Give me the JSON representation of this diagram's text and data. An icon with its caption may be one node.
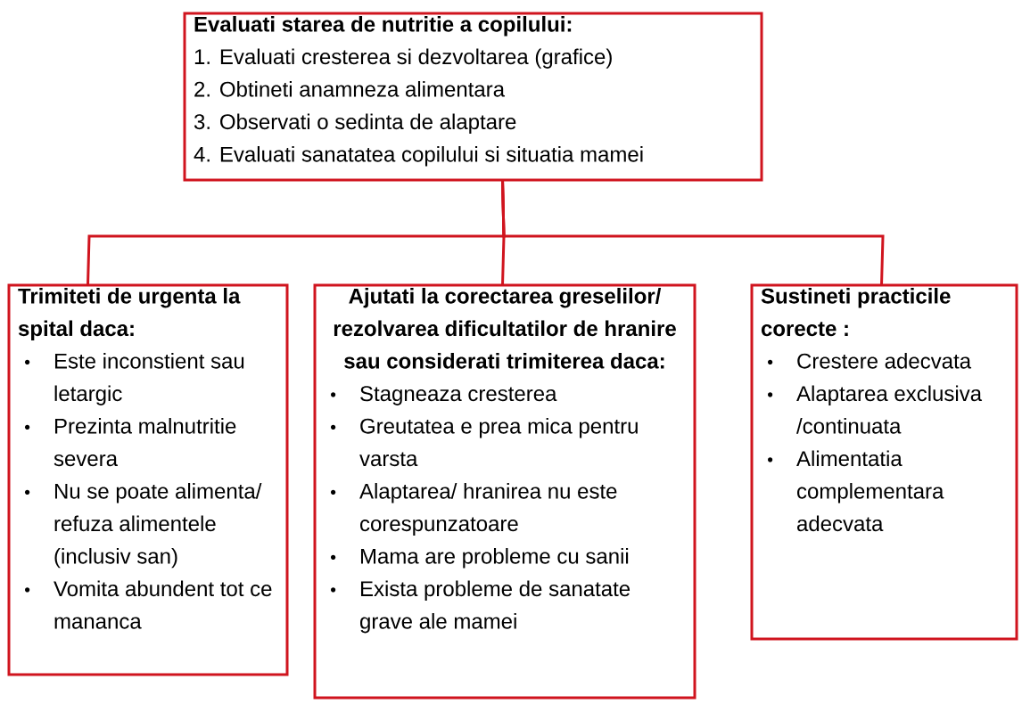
{
  "diagram": {
    "nodes": [
      {
        "text": [
          "Evaluati starea de nutritie a copilului:",
          "1. Evaluati cresterea si dezvoltarea (grafice)",
          "2. Obtineti anamneza alimentara",
          "3. Observati o sedinta de alaptare",
          "4. Evaluati sanatatea copilului si situatia mamei"
        ]
      },
      {
        "text": [
          "Trimiteti de urgenta la spital daca:",
          "Este inconstient sau letargic",
          "Prezinta malnutritie severa",
          "Nu se poate alimenta/ refuza alimentele (inclusiv san)",
          "Vomita abundent tot ce mananca"
        ]
      },
      {
        "text": [
          "Ajutati la corectarea greselilor/ rezolvarea dificultatilor de hranire sau considerati trimiterea daca:",
          "Stagneaza cresterea",
          "Greutatea e prea mica pentru varsta",
          "Alaptarea/ hranirea nu este corespunzatoare",
          "Mama are probleme cu sanii",
          "Exista probleme de sanatate grave ale mamei"
        ]
      },
      {
        "text": [
          "Sustineti practicile corecte :",
          "Crestere adecvata",
          "Alaptarea exclusiva /continuata",
          "Alimentatia complementara adecvata"
        ]
      }
    ],
    "edges": [
      {
        "from": 0,
        "to": 1,
        "arrow": "none"
      },
      {
        "from": 0,
        "to": 2,
        "arrow": "none"
      },
      {
        "from": 0,
        "to": 3,
        "arrow": "none"
      }
    ]
  }
}
